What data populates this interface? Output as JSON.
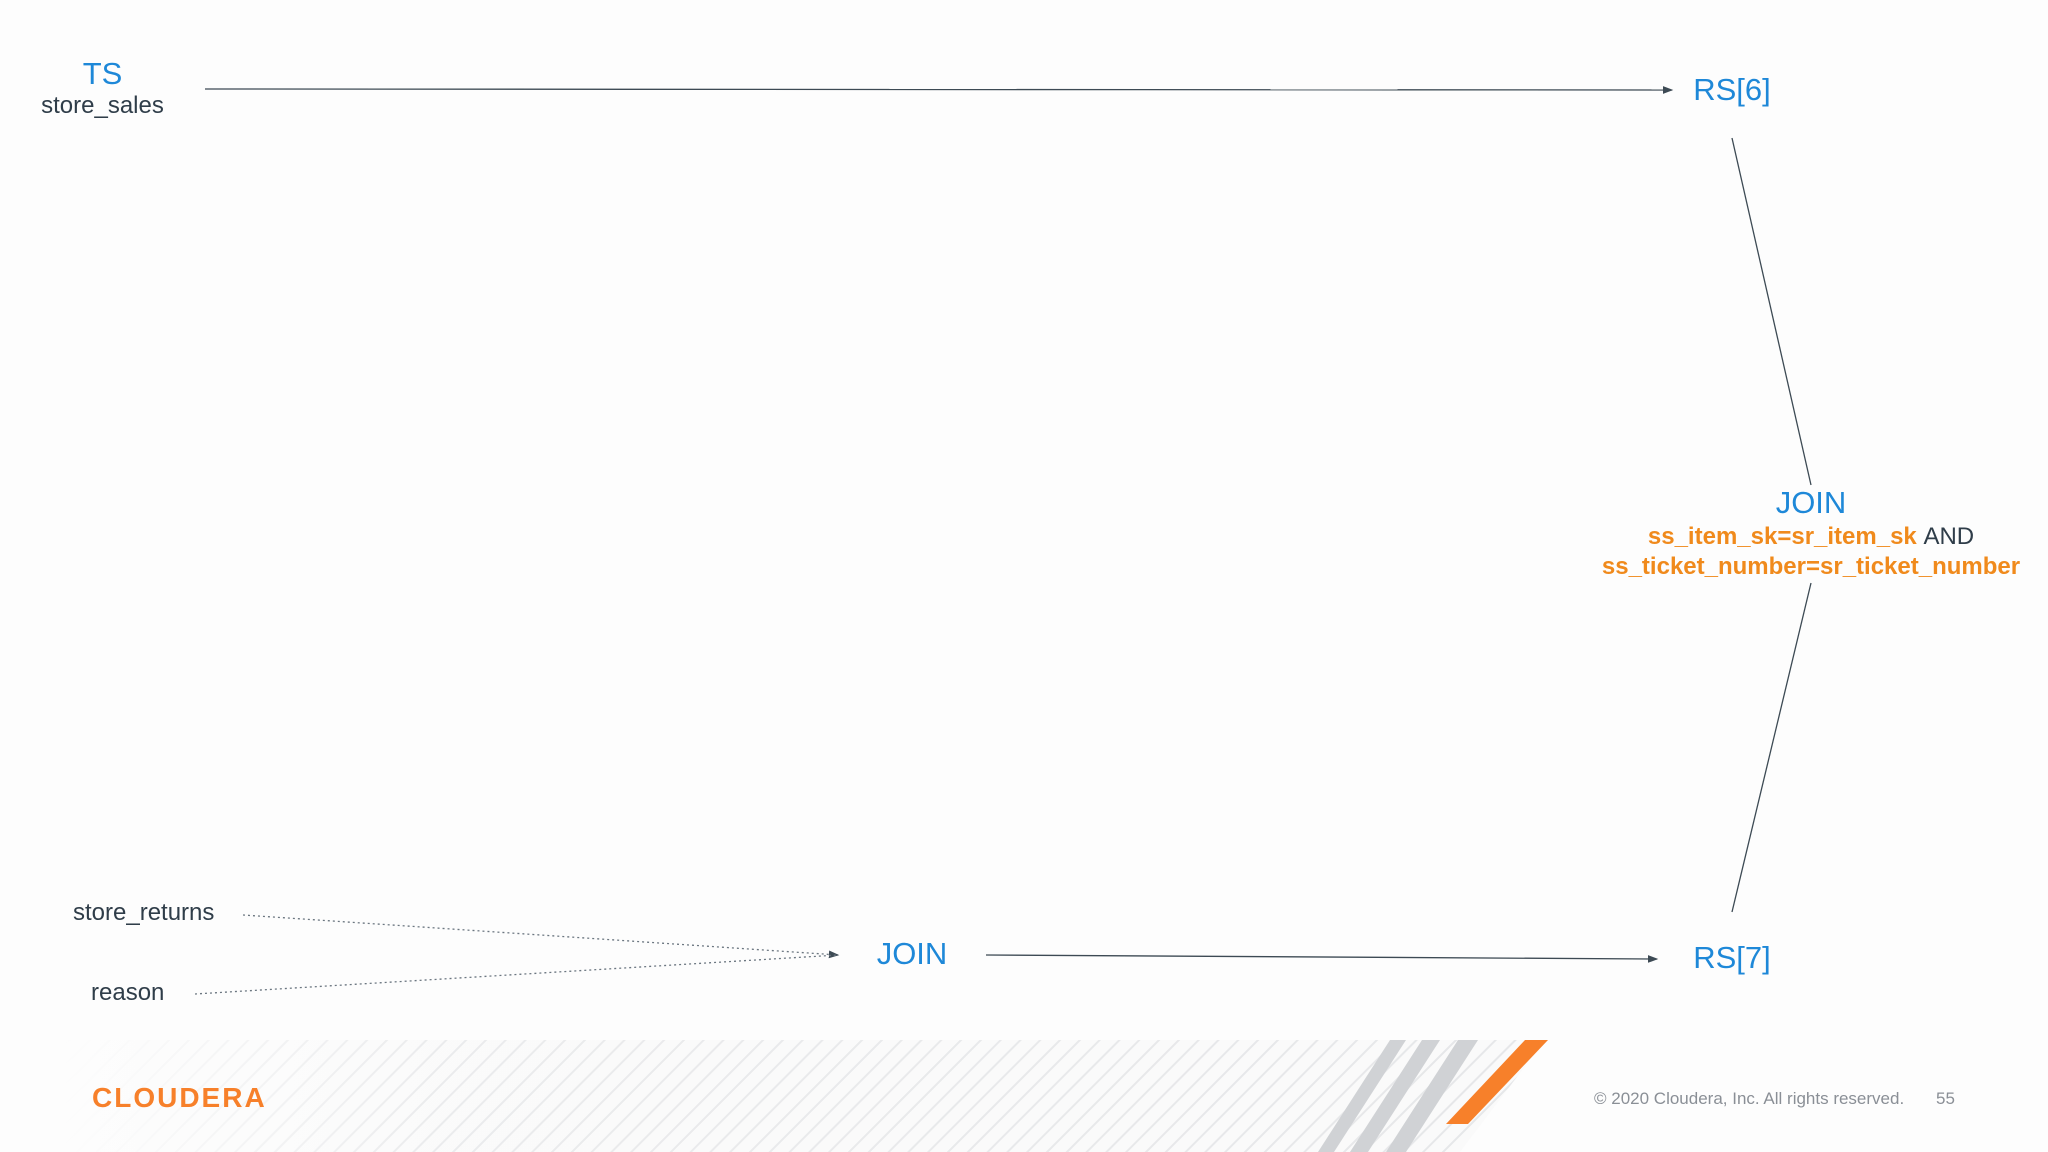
{
  "diagram": {
    "nodes": {
      "ts": {
        "op": "TS",
        "table": "store_sales"
      },
      "rs6": {
        "op": "RS[6]"
      },
      "join_top": {
        "op": "JOIN",
        "cond1": "ss_item_sk=sr_item_sk",
        "and": "AND",
        "cond2": "ss_ticket_number=sr_ticket_number"
      },
      "store_returns": {
        "table": "store_returns"
      },
      "reason": {
        "table": "reason"
      },
      "join_bottom": {
        "op": "JOIN"
      },
      "rs7": {
        "op": "RS[7]"
      }
    }
  },
  "footer": {
    "logo": "CLOUDERA",
    "copyright": "© 2020 Cloudera, Inc. All rights reserved.",
    "page_number": "55"
  },
  "colors": {
    "operator": "#1e88d8",
    "condition": "#f08a1c",
    "text": "#2f3d49",
    "brand": "#f7802a"
  }
}
